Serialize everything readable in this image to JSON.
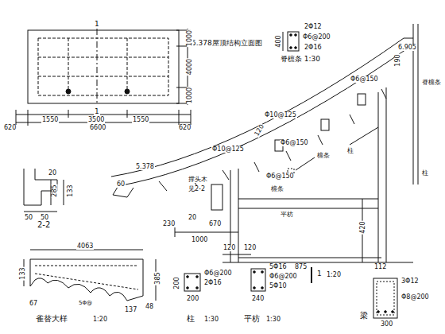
{
  "diagram": {
    "title": "5.378屋顶结构立面图",
    "labels": [
      "1",
      "1",
      "1000",
      "4000",
      "1000",
      "620",
      "1550",
      "3500",
      "1550",
      "620",
      "6600",
      "2Φ12",
      "Φ6@200",
      "2Φ16",
      "400",
      "脊檩条 1:30",
      "6.905",
      "190",
      "脊檩条",
      "Φ6@150",
      "Φ10@125",
      "120",
      "Φ6@150",
      "檩条",
      "柱",
      "Φ6@150",
      "Φ10@125",
      "5.378",
      "60",
      "撑头木",
      "见2-2",
      "檩条",
      "平枋",
      "柱",
      "420",
      "20",
      "230",
      "670",
      "1000",
      "120",
      "120",
      "875",
      "112",
      "2-2",
      "50",
      "50",
      "20",
      "285",
      "133",
      "4063",
      "133",
      "67",
      "385",
      "48",
      "137",
      "5Φ@",
      "雀替大样",
      "1:20",
      "200",
      "200",
      "Φ6@200",
      "2Φ16",
      "柱",
      "1:30",
      "5Φ16",
      "Φ6@200",
      "5Φ10",
      "240",
      "平枋",
      "1:30",
      "1",
      "1:20",
      "3Φ12",
      "Φ8@200",
      "梁",
      "300"
    ]
  }
}
